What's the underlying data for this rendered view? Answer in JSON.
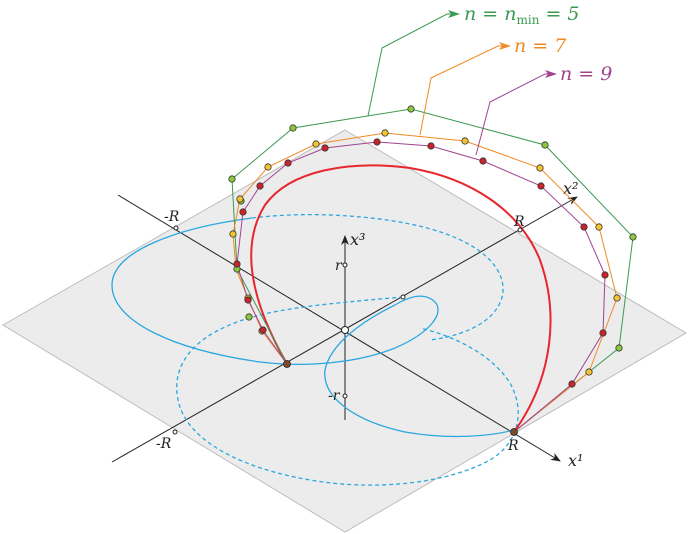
{
  "labels": {
    "x1": "x¹",
    "x2": "x²",
    "x3": "x³",
    "R_x1_pos": "R",
    "R_x1_neg": "-R",
    "R_x2_pos": "R",
    "R_x2_neg": "-R",
    "r_pos": "r",
    "r_neg": "-r"
  },
  "series": [
    {
      "label": "n = n_min = 5",
      "color": "#3a9a52",
      "dot": "#8dc63f"
    },
    {
      "label": "n = 7",
      "color": "#f08a24",
      "dot": "#f4c430"
    },
    {
      "label": "n = 9",
      "color": "#a0448e",
      "dot": "#c8242c"
    }
  ],
  "colors": {
    "plane": "#ececec",
    "plane_edge": "#bdbdbd",
    "curve": "#e8262d",
    "ellipse": "#2aa7e0",
    "axis": "#222222"
  }
}
